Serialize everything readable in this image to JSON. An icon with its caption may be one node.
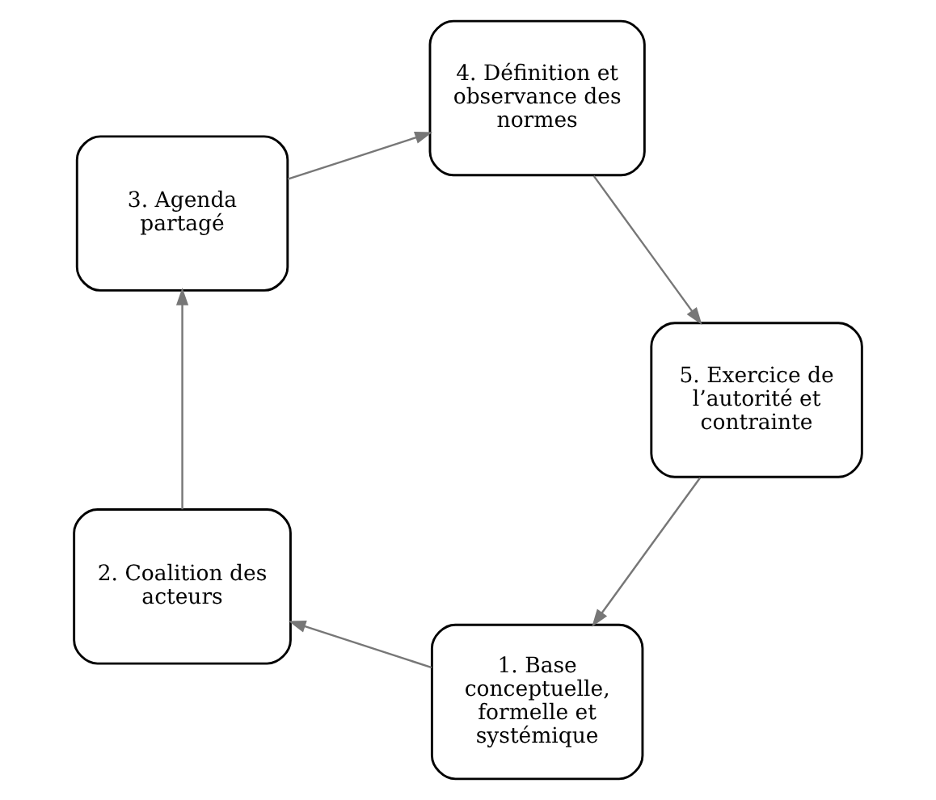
{
  "diagram": {
    "nodes": [
      {
        "text": [
          "1. Base conceptuelle, formelle et systémique"
        ]
      },
      {
        "text": [
          "2. Coalition des acteurs"
        ]
      },
      {
        "text": [
          "3. Agenda partagé"
        ]
      },
      {
        "text": [
          "4. Définition et observance des normes"
        ]
      },
      {
        "text": [
          "5. Exercice de l’autorité et contrainte"
        ]
      }
    ],
    "edges": [
      {
        "from": 0,
        "to": 1,
        "arrow": "to"
      },
      {
        "from": 1,
        "to": 2,
        "arrow": "to"
      },
      {
        "from": 2,
        "to": 3,
        "arrow": "to"
      },
      {
        "from": 3,
        "to": 4,
        "arrow": "to"
      },
      {
        "from": 4,
        "to": 0,
        "arrow": "to"
      }
    ]
  }
}
